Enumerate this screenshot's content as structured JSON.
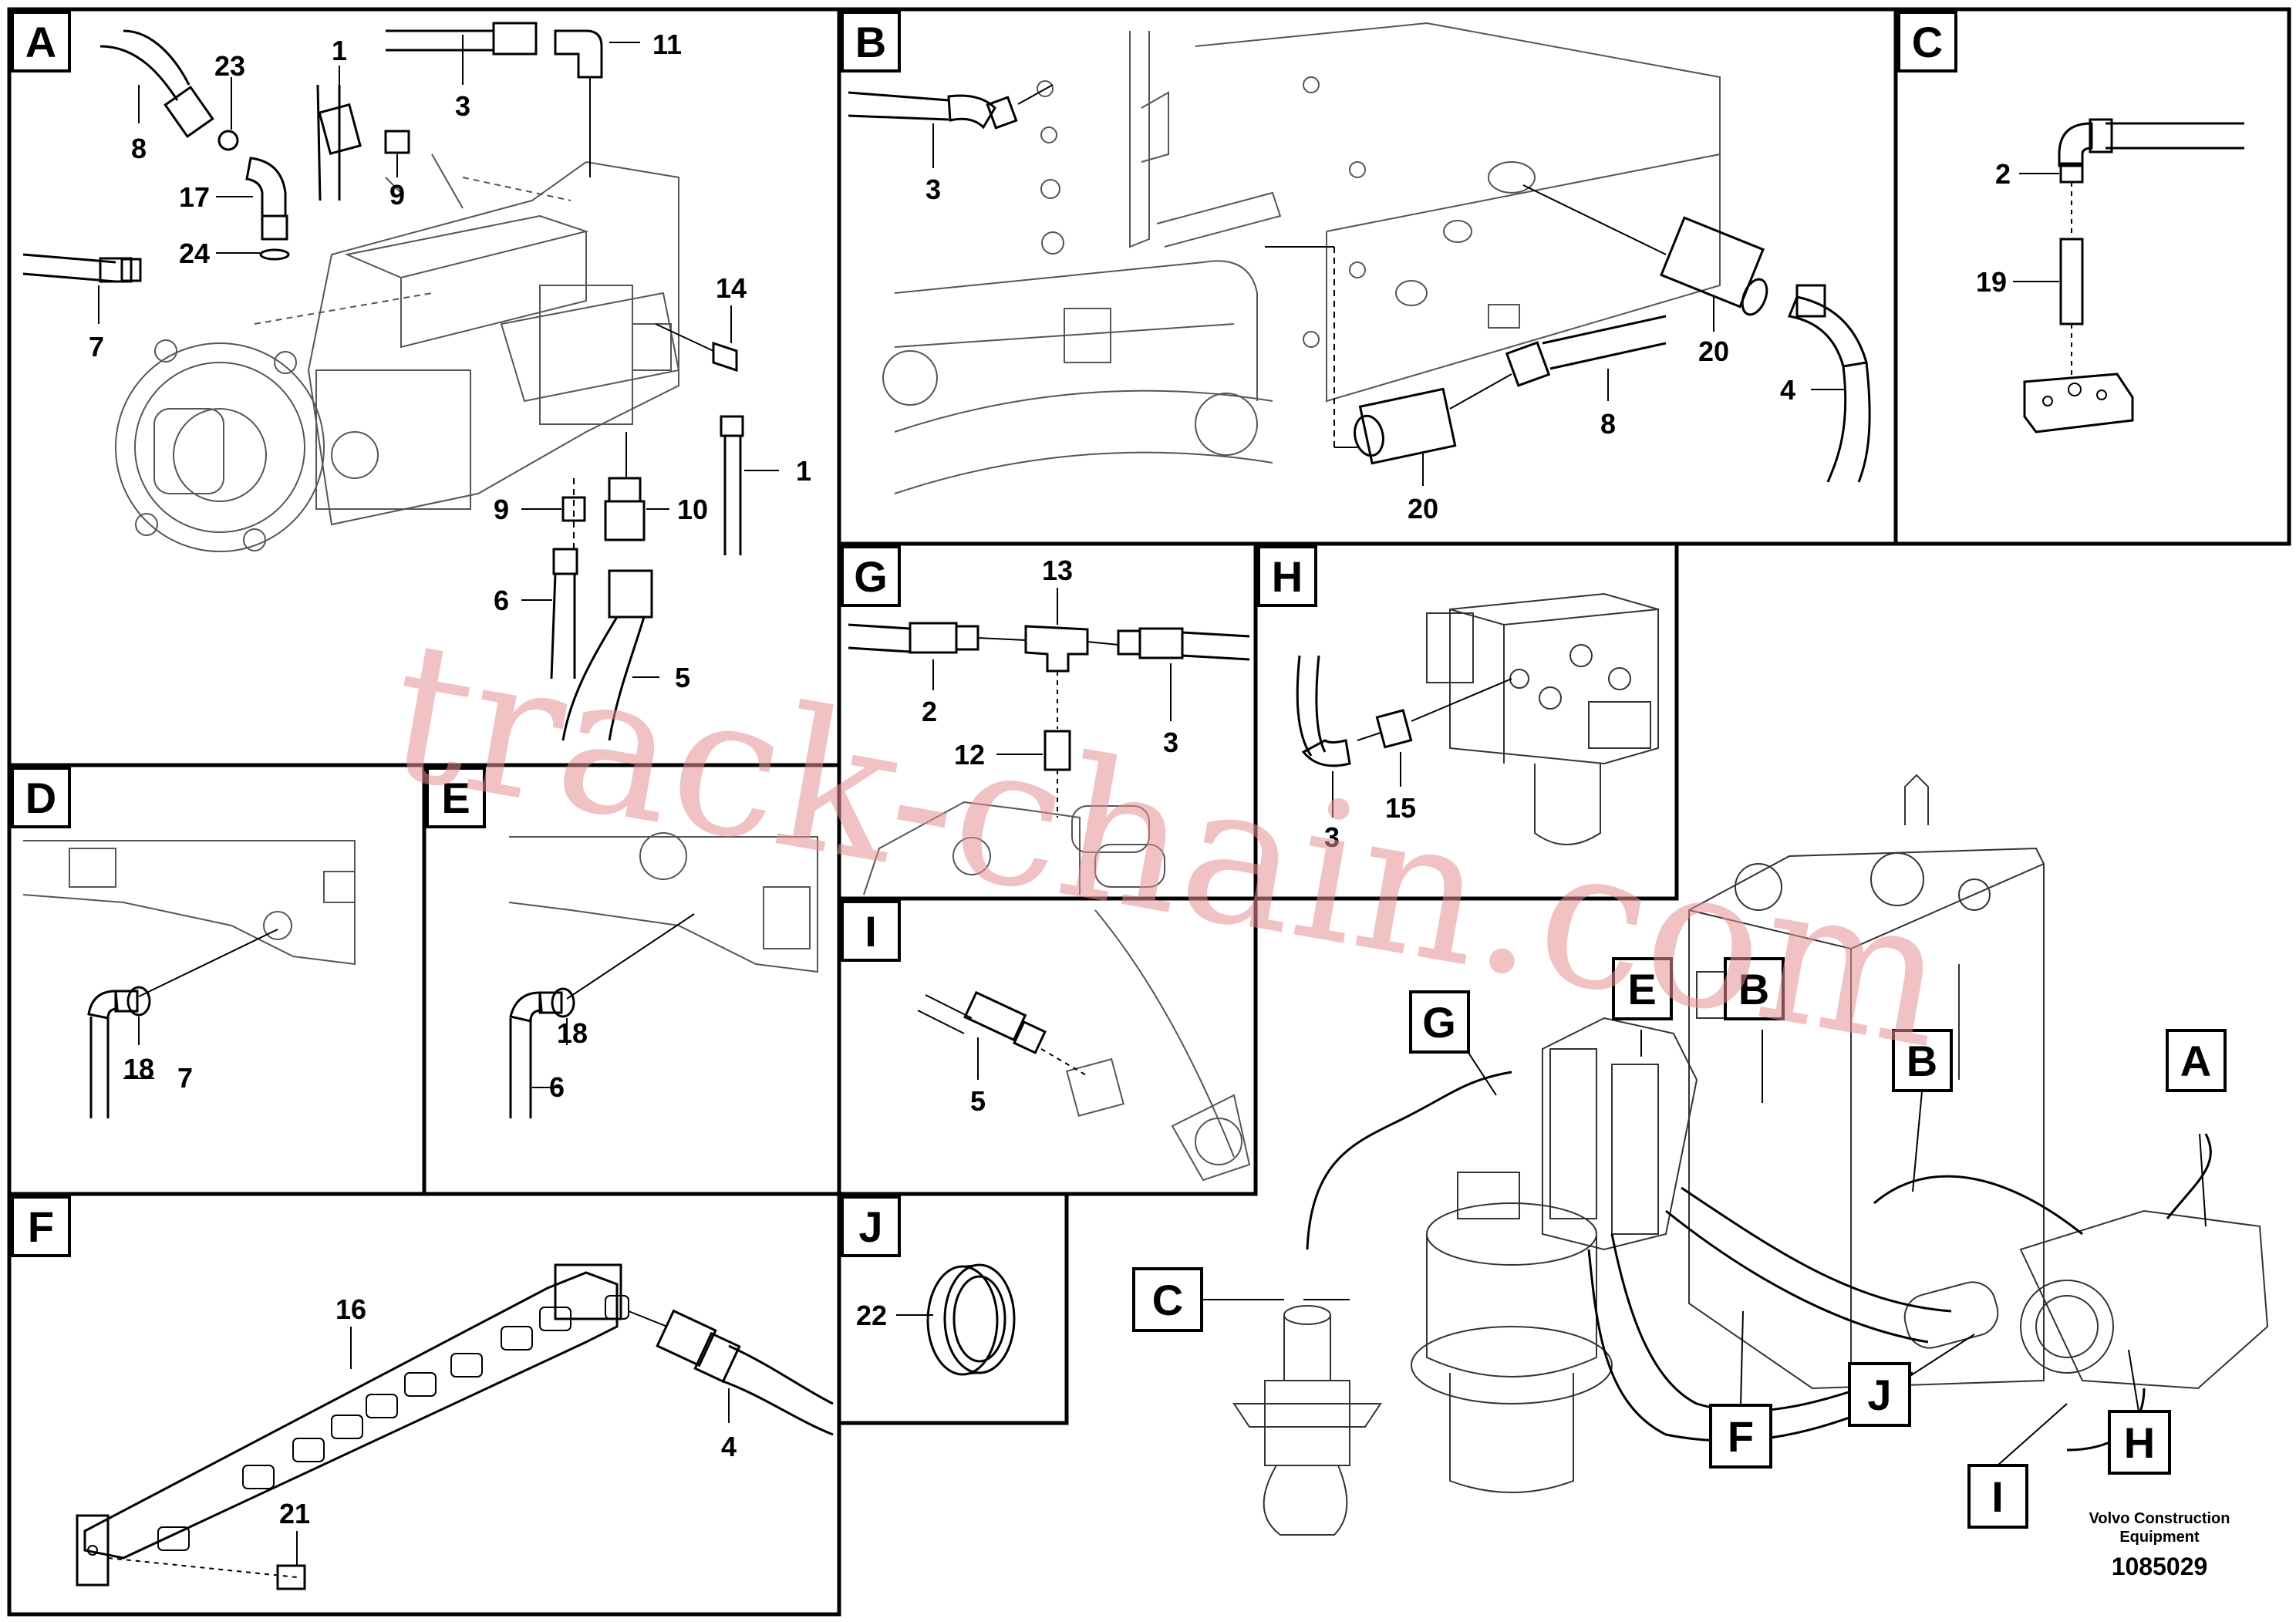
{
  "panels": [
    {
      "letter": "A"
    },
    {
      "letter": "B"
    },
    {
      "letter": "C"
    },
    {
      "letter": "D"
    },
    {
      "letter": "E"
    },
    {
      "letter": "F"
    },
    {
      "letter": "G"
    },
    {
      "letter": "H"
    },
    {
      "letter": "I"
    },
    {
      "letter": "J"
    }
  ],
  "callouts": {
    "A": [
      "23",
      "8",
      "1",
      "3",
      "11",
      "17",
      "9",
      "24",
      "7",
      "14",
      "1",
      "9",
      "10",
      "6",
      "5"
    ],
    "B": [
      "3",
      "20",
      "8",
      "4",
      "20"
    ],
    "C": [
      "2",
      "19"
    ],
    "D": [
      "18",
      "7"
    ],
    "E": [
      "18",
      "6"
    ],
    "F": [
      "16",
      "4",
      "21"
    ],
    "G": [
      "13",
      "2",
      "12",
      "3"
    ],
    "H": [
      "3",
      "15"
    ],
    "I": [
      "5"
    ],
    "J": [
      "22"
    ]
  },
  "overview_labels": [
    "G",
    "E",
    "B",
    "B",
    "A",
    "C",
    "F",
    "J",
    "I",
    "H"
  ],
  "footer": {
    "company_line1": "Volvo Construction",
    "company_line2": "Equipment",
    "drawing_number": "1085029"
  },
  "watermark": "track-chain.com"
}
